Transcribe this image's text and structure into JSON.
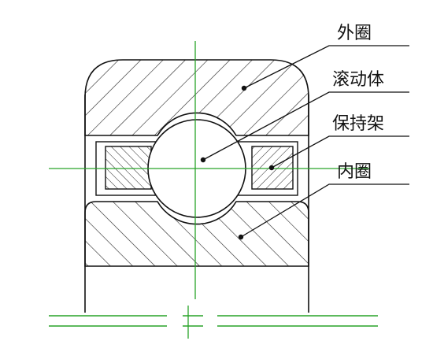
{
  "diagram": {
    "labels": {
      "outer_ring": "外圈",
      "rolling_element": "滚动体",
      "cage": "保持架",
      "inner_ring": "内圈"
    },
    "colors": {
      "outline": "#111111",
      "centerline": "#29a329",
      "hatch": "#222222",
      "background": "#ffffff"
    }
  }
}
